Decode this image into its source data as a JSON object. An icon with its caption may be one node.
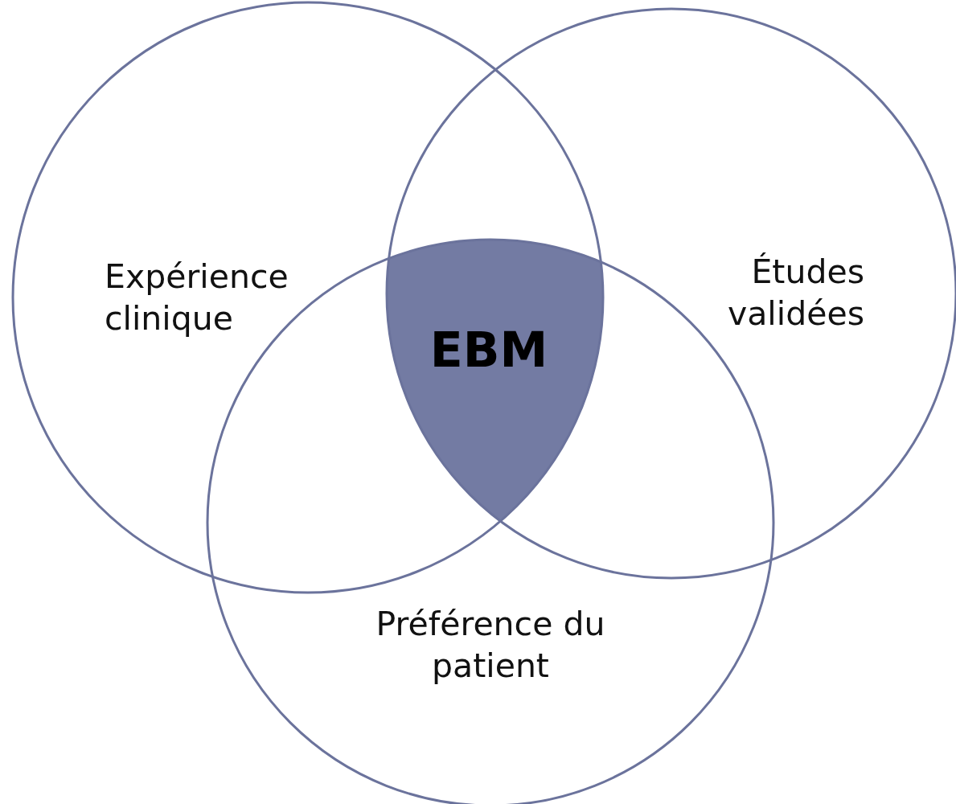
{
  "diagram": {
    "nodes": [
      {
        "text": [
          "Expérience clinique"
        ]
      },
      {
        "text": [
          "Études validées"
        ]
      },
      {
        "text": [
          "Préférence du patient"
        ]
      },
      {
        "text": [
          "EBM"
        ]
      }
    ]
  }
}
